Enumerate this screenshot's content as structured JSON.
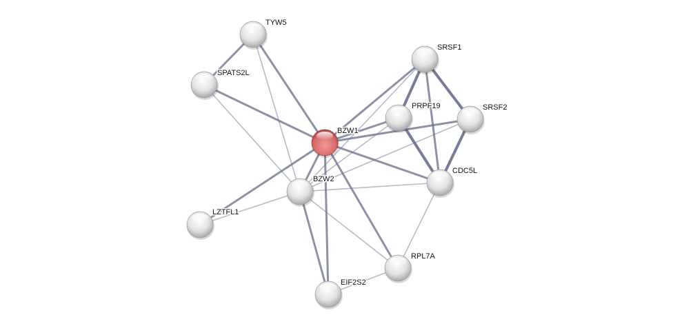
{
  "title": "protein interaction network",
  "colors": {
    "query": "#e07070",
    "node": "#e6e6e6",
    "edge": "#6f7590"
  },
  "nodes": [
    {
      "id": "TYW5",
      "label": "TYW5",
      "query": false
    },
    {
      "id": "SPATS2L",
      "label": "SPATS2L",
      "query": false
    },
    {
      "id": "BZW1",
      "label": "BZW1",
      "query": true
    },
    {
      "id": "SRSF1",
      "label": "SRSF1",
      "query": false
    },
    {
      "id": "PRPF19",
      "label": "PRPF19",
      "query": false
    },
    {
      "id": "SRSF2",
      "label": "SRSF2",
      "query": false
    },
    {
      "id": "CDC5L",
      "label": "CDC5L",
      "query": false
    },
    {
      "id": "BZW2",
      "label": "BZW2",
      "query": false
    },
    {
      "id": "LZTFL1",
      "label": "LZTFL1",
      "query": false
    },
    {
      "id": "RPL7A",
      "label": "RPL7A",
      "query": false
    },
    {
      "id": "EIF2S2",
      "label": "EIF2S2",
      "query": false
    }
  ],
  "edges": [
    {
      "a": "TYW5",
      "b": "SPATS2L",
      "score": 2
    },
    {
      "a": "TYW5",
      "b": "BZW1",
      "score": 2
    },
    {
      "a": "TYW5",
      "b": "BZW2",
      "score": 1
    },
    {
      "a": "SPATS2L",
      "b": "BZW1",
      "score": 2
    },
    {
      "a": "SPATS2L",
      "b": "BZW2",
      "score": 1
    },
    {
      "a": "BZW1",
      "b": "SRSF1",
      "score": 2
    },
    {
      "a": "BZW1",
      "b": "PRPF19",
      "score": 2
    },
    {
      "a": "BZW1",
      "b": "SRSF2",
      "score": 2
    },
    {
      "a": "BZW1",
      "b": "CDC5L",
      "score": 2
    },
    {
      "a": "BZW1",
      "b": "BZW2",
      "score": 2
    },
    {
      "a": "BZW1",
      "b": "LZTFL1",
      "score": 2
    },
    {
      "a": "BZW1",
      "b": "EIF2S2",
      "score": 2
    },
    {
      "a": "BZW1",
      "b": "RPL7A",
      "score": 2
    },
    {
      "a": "BZW2",
      "b": "SRSF1",
      "score": 1
    },
    {
      "a": "BZW2",
      "b": "PRPF19",
      "score": 1
    },
    {
      "a": "BZW2",
      "b": "SRSF2",
      "score": 1
    },
    {
      "a": "BZW2",
      "b": "CDC5L",
      "score": 1
    },
    {
      "a": "BZW2",
      "b": "LZTFL1",
      "score": 1
    },
    {
      "a": "BZW2",
      "b": "EIF2S2",
      "score": 2
    },
    {
      "a": "BZW2",
      "b": "RPL7A",
      "score": 1
    },
    {
      "a": "SRSF1",
      "b": "PRPF19",
      "score": 3
    },
    {
      "a": "SRSF1",
      "b": "SRSF2",
      "score": 3
    },
    {
      "a": "SRSF1",
      "b": "CDC5L",
      "score": 2
    },
    {
      "a": "PRPF19",
      "b": "CDC5L",
      "score": 3
    },
    {
      "a": "SRSF2",
      "b": "CDC5L",
      "score": 3
    },
    {
      "a": "CDC5L",
      "b": "RPL7A",
      "score": 1
    },
    {
      "a": "RPL7A",
      "b": "EIF2S2",
      "score": 1
    }
  ]
}
